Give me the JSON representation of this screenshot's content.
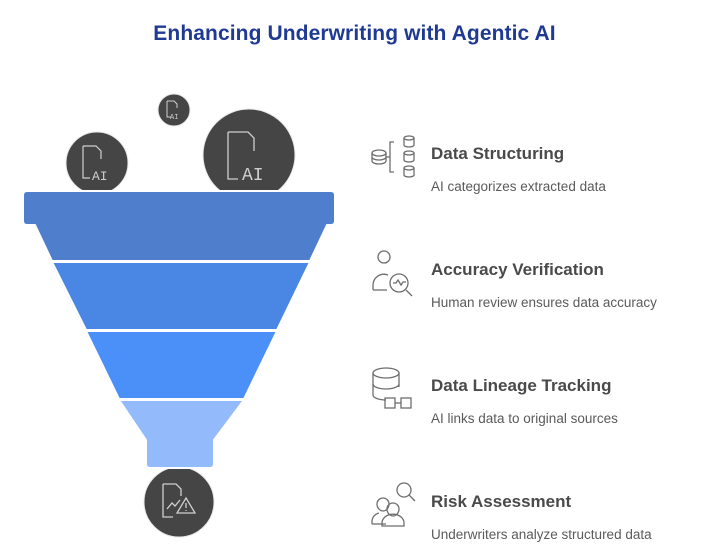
{
  "title": "Enhancing Underwriting with Agentic AI",
  "colors": {
    "title": "#1f3a93",
    "band1": "#4f7fcc",
    "band2": "#4a86e3",
    "band3": "#4b8ff9",
    "band4": "#93bbfc",
    "circle": "#454545",
    "icon_stroke": "#6e6e6e",
    "label": "#4a4a4a",
    "desc": "#5a5a5a"
  },
  "funnel": {
    "inputs": [
      {
        "icon": "ai-document-icon",
        "text": "AI"
      },
      {
        "icon": "ai-document-icon",
        "text": "AI"
      },
      {
        "icon": "ai-document-icon",
        "text": "AI"
      }
    ],
    "output": {
      "icon": "chart-report-warning-icon"
    }
  },
  "steps": [
    {
      "icon": "database-hierarchy-icon",
      "label": "Data Structuring",
      "desc": "AI categorizes extracted data"
    },
    {
      "icon": "person-analytics-search-icon",
      "label": "Accuracy Verification",
      "desc": "Human review ensures data accuracy"
    },
    {
      "icon": "database-link-icon",
      "label": "Data Lineage Tracking",
      "desc": "AI links data to original sources"
    },
    {
      "icon": "team-search-icon",
      "label": "Risk Assessment",
      "desc": "Underwriters analyze structured data"
    }
  ]
}
